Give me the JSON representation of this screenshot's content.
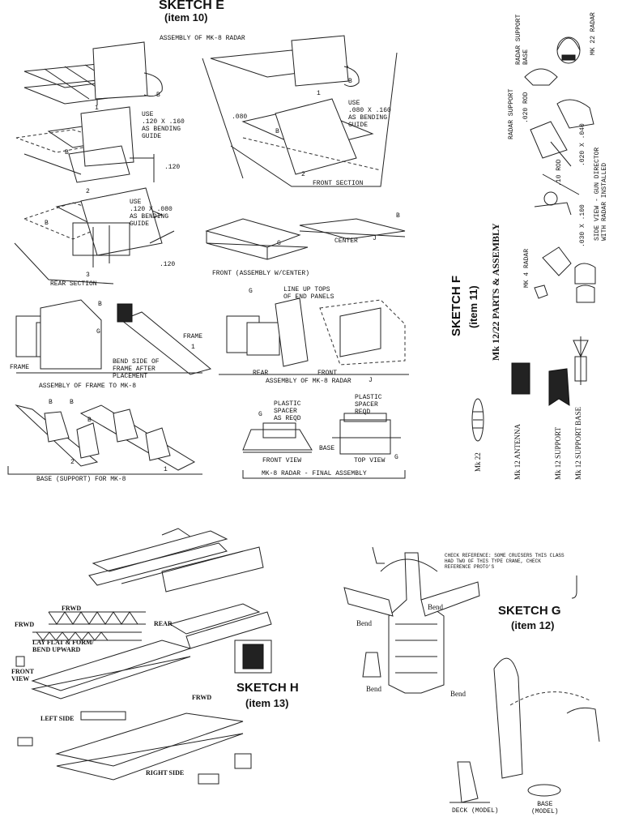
{
  "sketch_e": {
    "title": "SKETCH E",
    "item": "(item 10)",
    "assembly_caption": "ASSEMBLY OF MK-8 RADAR",
    "notes": {
      "bend_guide_1": "USE\n.120 X .160\nAS BENDING\nGUIDE",
      "bend_guide_2": "USE\n.080 X .160\nAS BENDING\nGUIDE",
      "bend_guide_3": "USE\n.120 X .080\nAS BENDING\nGUIDE",
      "dim_080": ".080",
      "dim_120_a": ".120",
      "dim_120_b": ".120",
      "line_up": "LINE UP TOPS\nOF END PANELS",
      "bend_side": "BEND SIDE OF\nFRAME AFTER\nPLACEMENT",
      "plastic_spacer_1": "PLASTIC\nSPACER\nAS REQD",
      "plastic_spacer_2": "PLASTIC\nSPACER\nREQD"
    },
    "labels": {
      "front_section": "FRONT SECTION",
      "rear_section": "REAR SECTION",
      "center": "CENTER",
      "front_assembly": "FRONT (ASSEMBLY W/CENTER)",
      "frame_right": "FRAME",
      "frame_left": "FRAME",
      "assembly_frame": "ASSEMBLY OF FRAME TO MK-8",
      "rear": "REAR",
      "front": "FRONT",
      "assembly_radar": "ASSEMBLY OF MK-8 RADAR",
      "base": "BASE",
      "front_view": "FRONT VIEW",
      "top_view": "TOP VIEW",
      "base_support": "BASE (SUPPORT) FOR MK-8",
      "final_assembly": "MK-8 RADAR - FINAL ASSEMBLY"
    },
    "markers": {
      "b": "B",
      "g": "G",
      "j": "J",
      "n1": "1",
      "n2": "2",
      "n3": "3"
    }
  },
  "sketch_f": {
    "title": "SKETCH F",
    "item": "(item 11)",
    "subtitle": "Mk 12/22 PARTS & ASSEMBLY",
    "labels": {
      "radar_support_base": "RADAR SUPPORT\nBASE",
      "mk22_radar": "MK 22 RADAR",
      "radar_support": "RADAR SUPPORT",
      "rod_020": ".020 ROD",
      "rod_010": ".10 ROD",
      "dim_020_040": ".020 X .040",
      "dim_030_100": ".030 X .100",
      "side_view": "SIDE VIEW - GUN DIRECTOR\nWITH RADAR INSTALLED",
      "mk4_radar": "MK 4 RADAR",
      "mk22": "Mk 22",
      "mk12_antenna": "Mk 12  ANTENNA",
      "mk12_support": "Mk 12 SUPPORT",
      "mk12_support_base": "Mk 12 SUPPORT BASE"
    }
  },
  "sketch_g": {
    "title": "SKETCH G",
    "item": "(item 12)",
    "check_reference": "CHECK REFERENCE: SOME CRUISERS THIS CLASS\nHAD TWO OF THIS TYPE CRANE, CHECK\nREFERENCE PROTO'S",
    "bend": "Bend",
    "deck": "DECK (MODEL)",
    "base_model": "BASE\n(MODEL)"
  },
  "sketch_h": {
    "title": "SKETCH H",
    "item": "(item 13)",
    "labels": {
      "frwd_1": "FRWD",
      "frwd_2": "FRWD",
      "frwd_3": "FRWD",
      "rear": "REAR",
      "lay_flat": "LAY FLAT & FORM/\nBEND UPWARD",
      "front_view": "FRONT\nVIEW",
      "left_side": "LEFT SIDE",
      "right_side": "RIGHT SIDE"
    }
  }
}
